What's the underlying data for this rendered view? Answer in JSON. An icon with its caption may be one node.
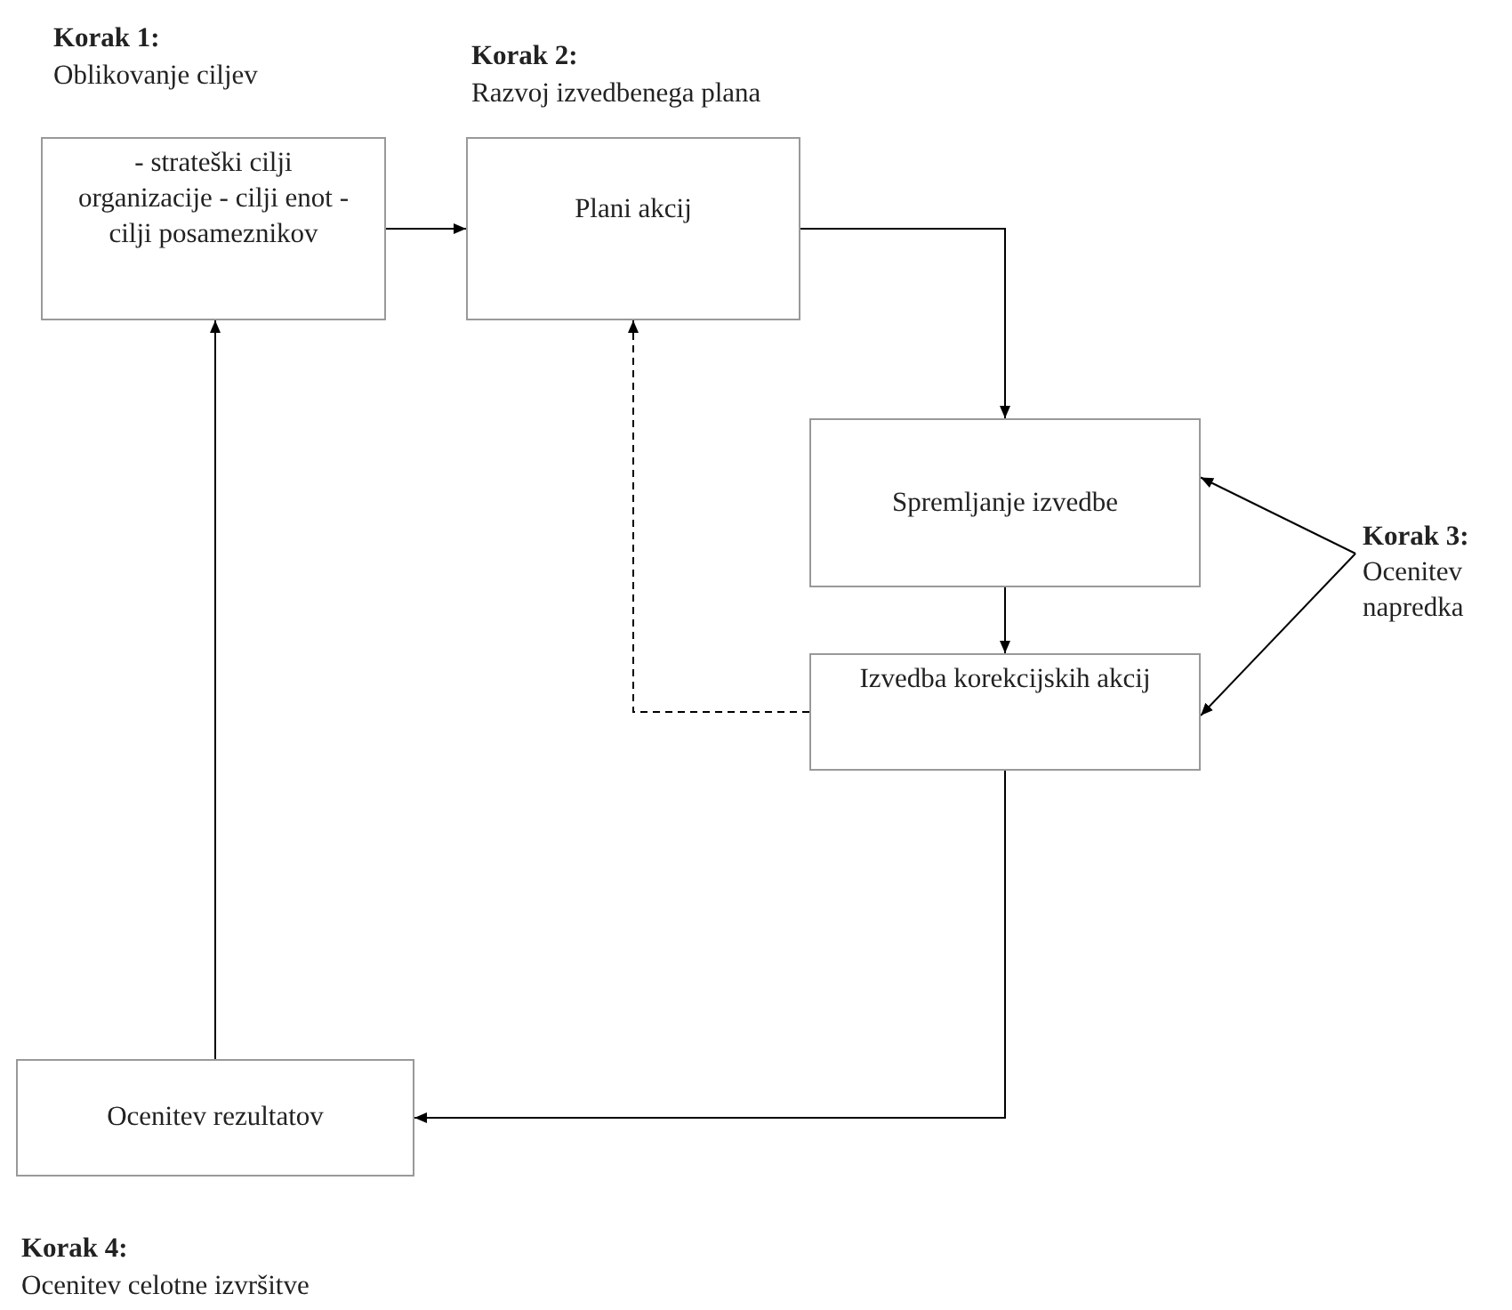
{
  "diagram": {
    "nodes": [
      {
        "text": [
          "Korak 1:",
          "Oblikovanje ciljev",
          "- strateški cilji organizacije - cilji enot - cilji posameznikov"
        ]
      },
      {
        "text": [
          "Korak 2:",
          "Razvoj izvedbenega plana",
          "Plani akcij"
        ]
      },
      {
        "text": [
          "Spremljanje izvedbe"
        ]
      },
      {
        "text": [
          "Izvedba korekcijskih akcij"
        ]
      },
      {
        "text": [
          "Ocenitev rezultatov",
          "Korak 4:",
          "Ocenitev celotne izvršitve"
        ]
      },
      {
        "text": [
          "Korak 3:",
          "Ocenitev napredka"
        ]
      }
    ],
    "edges": [
      {
        "from": 0,
        "to": 1,
        "arrow": "to"
      },
      {
        "from": 1,
        "to": 2,
        "arrow": "to"
      },
      {
        "from": 2,
        "to": 3,
        "arrow": "to"
      },
      {
        "from": 3,
        "to": 1,
        "arrow": "to",
        "style": "dashed"
      },
      {
        "from": 3,
        "to": 4,
        "arrow": "to"
      },
      {
        "from": 4,
        "to": 0,
        "arrow": "to"
      },
      {
        "from": 5,
        "to": 2,
        "arrow": "to"
      },
      {
        "from": 5,
        "to": 3,
        "arrow": "to"
      }
    ]
  }
}
